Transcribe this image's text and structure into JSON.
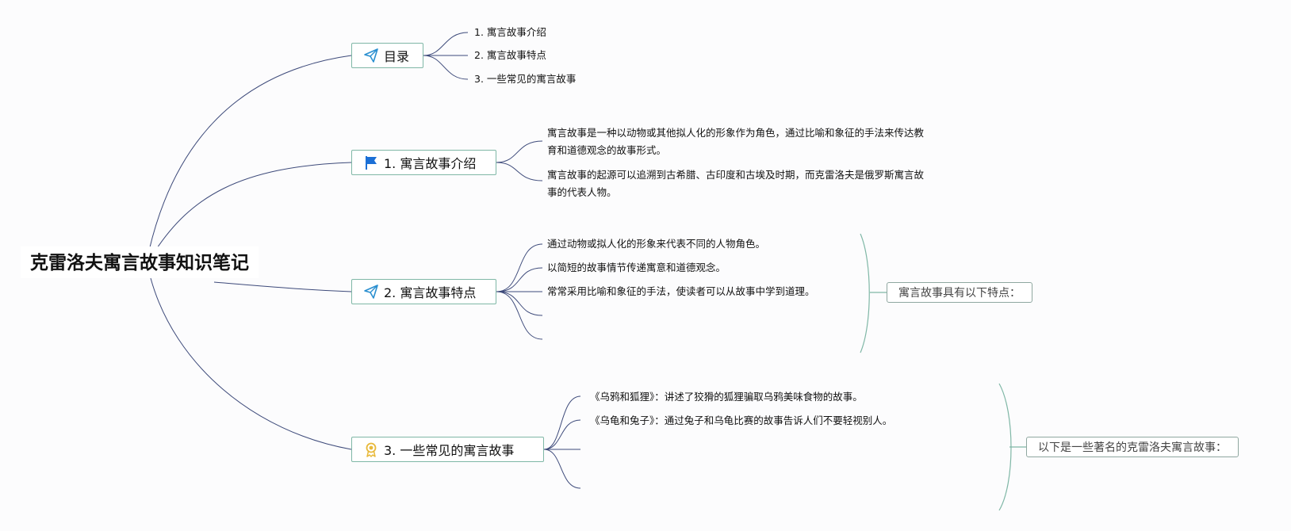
{
  "root": {
    "title": "克雷洛夫寓言故事知识笔记"
  },
  "topics": [
    {
      "id": "toc",
      "label": "目录",
      "icon": "paper-plane-icon",
      "children": [
        "1. 寓言故事介绍",
        "2. 寓言故事特点",
        "3. 一些常见的寓言故事"
      ]
    },
    {
      "id": "intro",
      "label": "1. 寓言故事介绍",
      "icon": "flag-icon",
      "children": [
        "寓言故事是一种以动物或其他拟人化的形象作为角色，通过比喻和象征的手法来传达教育和道德观念的故事形式。",
        "寓言故事的起源可以追溯到古希腊、古印度和古埃及时期，而克雷洛夫是俄罗斯寓言故事的代表人物。"
      ]
    },
    {
      "id": "features",
      "label": "2. 寓言故事特点",
      "icon": "paper-plane-icon",
      "children": [
        "通过动物或拟人化的形象来代表不同的人物角色。",
        "以简短的故事情节传递寓意和道德观念。",
        "常常采用比喻和象征的手法，使读者可以从故事中学到道理。"
      ],
      "summary": "寓言故事具有以下特点："
    },
    {
      "id": "stories",
      "label": "3. 一些常见的寓言故事",
      "icon": "award-ribbon-icon",
      "children": [
        "《乌鸦和狐狸》：讲述了狡猾的狐狸骗取乌鸦美味食物的故事。",
        "《乌龟和兔子》：通过兔子和乌龟比赛的故事告诉人们不要轻视别人。"
      ],
      "summary": "以下是一些著名的克雷洛夫寓言故事："
    }
  ],
  "colors": {
    "line": "#3d4a7a",
    "topic_border": "#7fb7a6",
    "summary_line": "#7fb7a6",
    "flag": "#1b6fd6",
    "plane": "#2a8fd0",
    "award": "#e8b93a"
  }
}
